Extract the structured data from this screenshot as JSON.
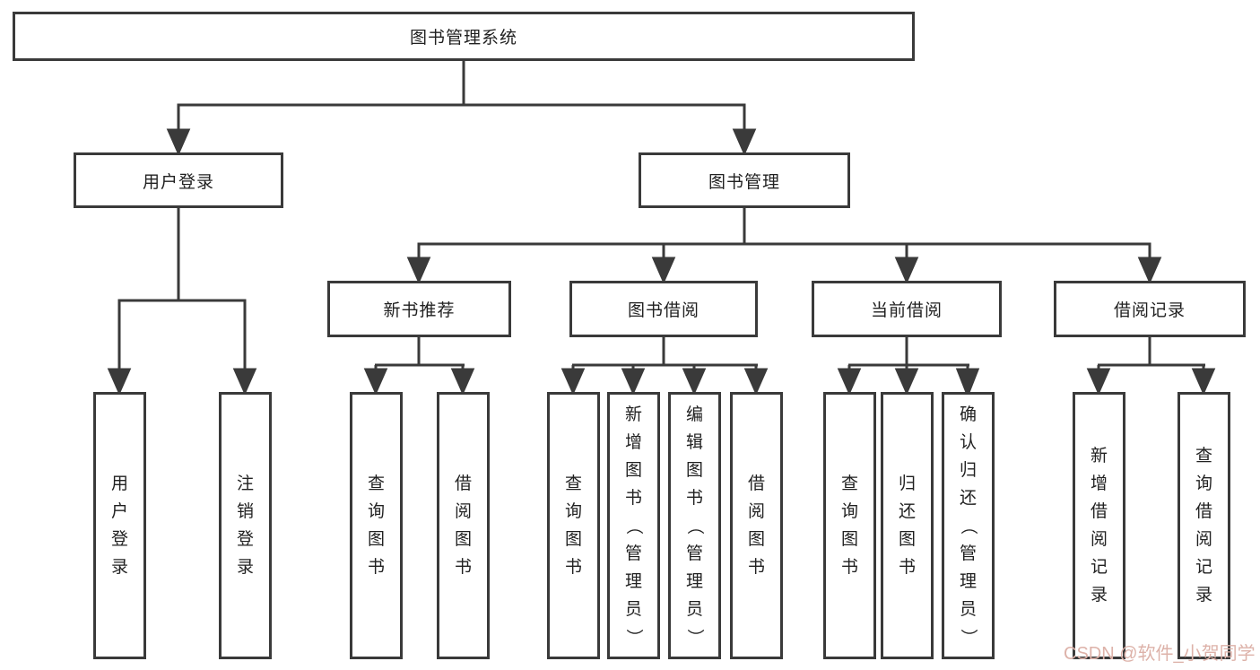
{
  "diagram": {
    "title": "图书管理系统",
    "root": {
      "label": "图书管理系统"
    },
    "level2": [
      {
        "label": "用户登录"
      },
      {
        "label": "图书管理"
      }
    ],
    "level3": [
      {
        "label": "新书推荐"
      },
      {
        "label": "图书借阅"
      },
      {
        "label": "当前借阅"
      },
      {
        "label": "借阅记录"
      }
    ],
    "leaves": {
      "user_login_group": [
        {
          "label": "用户登录"
        },
        {
          "label": "注销登录"
        }
      ],
      "new_book_group": [
        {
          "label": "查询图书"
        },
        {
          "label": "借阅图书"
        }
      ],
      "borrow_group": [
        {
          "label": "查询图书"
        },
        {
          "label": "新增图书（管理员）"
        },
        {
          "label": "编辑图书（管理员）"
        },
        {
          "label": "借阅图书"
        }
      ],
      "current_group": [
        {
          "label": "查询图书"
        },
        {
          "label": "归还图书"
        },
        {
          "label": "确认归还（管理员）"
        }
      ],
      "records_group": [
        {
          "label": "新增借阅记录"
        },
        {
          "label": "查询借阅记录"
        }
      ]
    }
  },
  "watermark": {
    "text": "CSDN @软件_小贺同学",
    "color": "#ddb2a9"
  },
  "colors": {
    "line": "#3a3a3a",
    "box_border": "#3a3a3a",
    "text": "#212121",
    "background": "#ffffff"
  }
}
